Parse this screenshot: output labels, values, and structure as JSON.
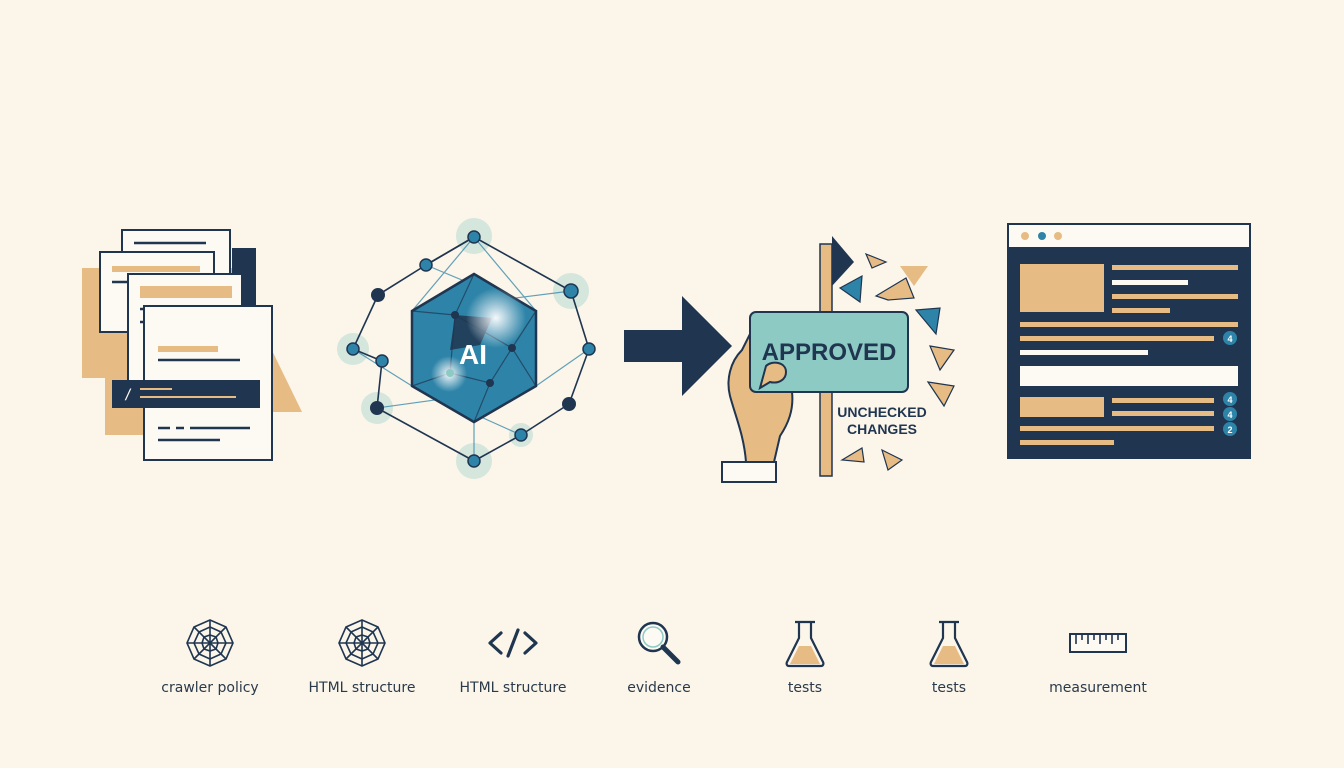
{
  "colors": {
    "background": "#fbf5ea",
    "navy": "#1f3550",
    "teal": "#2e84a8",
    "mint": "#8ecac4",
    "tan": "#e6bb84",
    "paper": "#fdfaf3"
  },
  "ai_hub": {
    "label": "AI"
  },
  "approval_card": {
    "stamp": "APPROVED",
    "warning_line1": "UNCHECKED",
    "warning_line2": "CHANGES"
  },
  "browser_badges": [
    "4",
    "4",
    "4",
    "2"
  ],
  "icons": [
    {
      "name": "crawler-policy",
      "icon": "spider-web-icon",
      "label": "crawler policy"
    },
    {
      "name": "html-structure-web",
      "icon": "spider-web-icon",
      "label": "HTML structure"
    },
    {
      "name": "html-structure-code",
      "icon": "code-brackets-icon",
      "label": "HTML structure"
    },
    {
      "name": "evidence",
      "icon": "magnifier-icon",
      "label": "evidence"
    },
    {
      "name": "tests-1",
      "icon": "flask-icon",
      "label": "tests"
    },
    {
      "name": "tests-2",
      "icon": "flask-icon",
      "label": "tests"
    },
    {
      "name": "measurement",
      "icon": "ruler-icon",
      "label": "measurement"
    }
  ]
}
